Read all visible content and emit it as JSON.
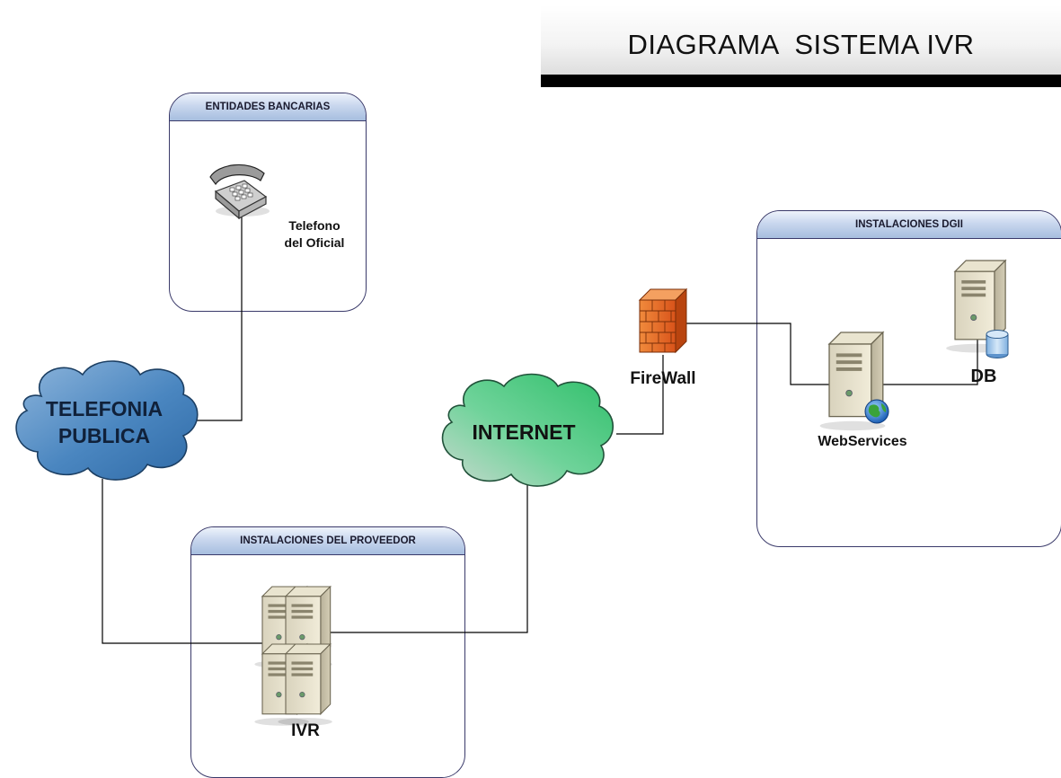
{
  "title": "DIAGRAMA  SISTEMA IVR",
  "groups": {
    "bancarias": "ENTIDADES BANCARIAS",
    "dgii": "INSTALACIONES DGII",
    "proveedor": "INSTALACIONES DEL PROVEEDOR"
  },
  "nodes": {
    "telefono_line1": "Telefono",
    "telefono_line2": "del Oficial",
    "telefonia_line1": "TELEFONIA",
    "telefonia_line2": "PUBLICA",
    "internet": "INTERNET",
    "firewall": "FireWall",
    "webservices": "WebServices",
    "db": "DB",
    "ivr": "IVR"
  },
  "colors": {
    "telefonia_cloud": "#4a86c0",
    "internet_cloud": "#2fbf6a",
    "firewall": "#e8651a",
    "group_border": "#3a3a6a"
  },
  "icons": [
    "telephone-icon",
    "firewall-icon",
    "server-icon",
    "database-icon",
    "globe-icon"
  ]
}
